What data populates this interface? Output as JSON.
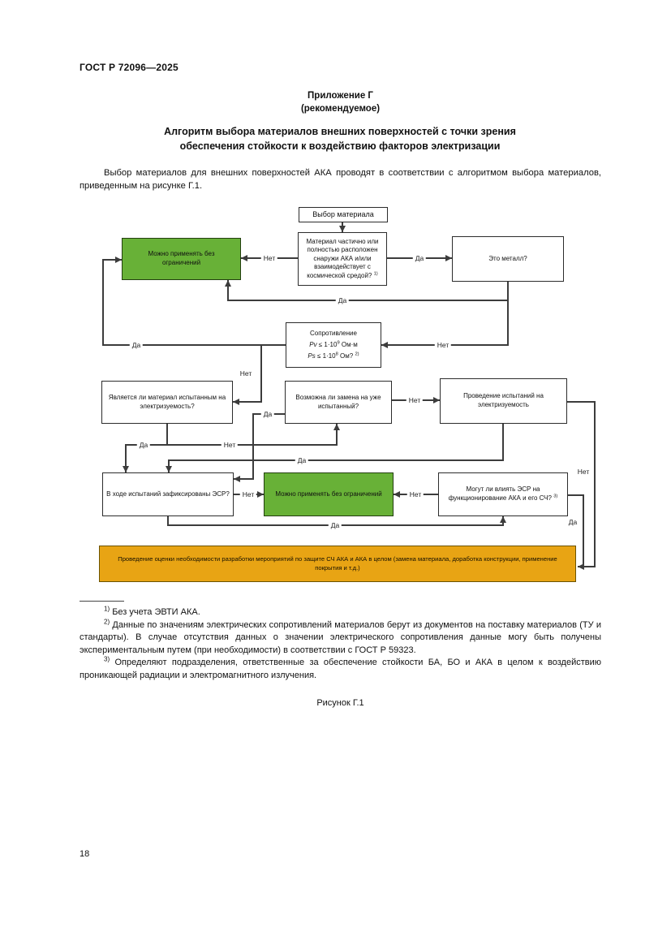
{
  "page": {
    "header": "ГОСТ Р 72096—2025",
    "appendix": {
      "label": "Приложение Г",
      "kind": "(рекомендуемое)"
    },
    "title": "Алгоритм выбора материалов внешних поверхностей с точки зрения обеспечения стойкости к воздействию факторов электризации",
    "intro": "Выбор материалов для внешних поверхностей АКА проводят в соответствии с алгоритмом выбора материалов, приведенным на рисунке Г.1.",
    "figure_caption": "Рисунок Г.1",
    "page_number": "18"
  },
  "flow": {
    "colors": {
      "green": "#68b137",
      "orange": "#e8a414",
      "line": "#3c3c3c"
    },
    "labels": {
      "yes": "Да",
      "no": "Нет"
    },
    "nodes": {
      "start": {
        "text": "Выбор материала"
      },
      "material": {
        "text": "Материал частично или полностью расположен снаружи АКА и/или взаимодействует с космической средой?",
        "note": "1)"
      },
      "green_top": {
        "text": "Можно применять без ограничений"
      },
      "metal": {
        "text": "Это металл?"
      },
      "resistance": {
        "title": "Сопротивление",
        "var1": "Pv",
        "cmp1": " ≤ 1·10",
        "exp1": "9",
        "unit1": " Ом·м",
        "var2": "Ps",
        "cmp2": " ≤ 1·10",
        "exp2": "8",
        "unit2": " Ом?",
        "note": "2)"
      },
      "tested": {
        "text": "Является ли материал испытанным на электризуемость?"
      },
      "replace": {
        "text": "Возможна ли замена на уже испытанный?"
      },
      "conduct": {
        "text": "Проведение испытаний на электризуемость"
      },
      "esd": {
        "text": "В ходе испытаний зафиксированы ЭСР?"
      },
      "green_bottom": {
        "text": "Можно применять без ограничений"
      },
      "affect": {
        "text": "Могут ли влиять ЭСР на функционирование АКА и его СЧ?",
        "note": "3)"
      },
      "assess": {
        "text": "Проведение оценки необходимости разработки мероприятий по защите СЧ АКА и АКА в целом (замена материала, доработка конструкции, применение покрытия и т.д.)"
      }
    }
  },
  "footnotes": [
    {
      "marker": "1)",
      "text": "Без учета ЭВТИ АКА."
    },
    {
      "marker": "2)",
      "text": "Данные по значениям электрических сопротивлений материалов берут из документов на поставку материалов (ТУ и стандарты). В случае отсутствия данных о значении электрического сопротивления данные могу быть получены экспериментальным путем (при необходимости) в соответствии с ГОСТ Р 59323."
    },
    {
      "marker": "3)",
      "text": "Определяют подразделения, ответственные за обеспечение стойкости БА, БО и АКА в целом к воздействию проникающей радиации и электромагнитного излучения."
    }
  ]
}
